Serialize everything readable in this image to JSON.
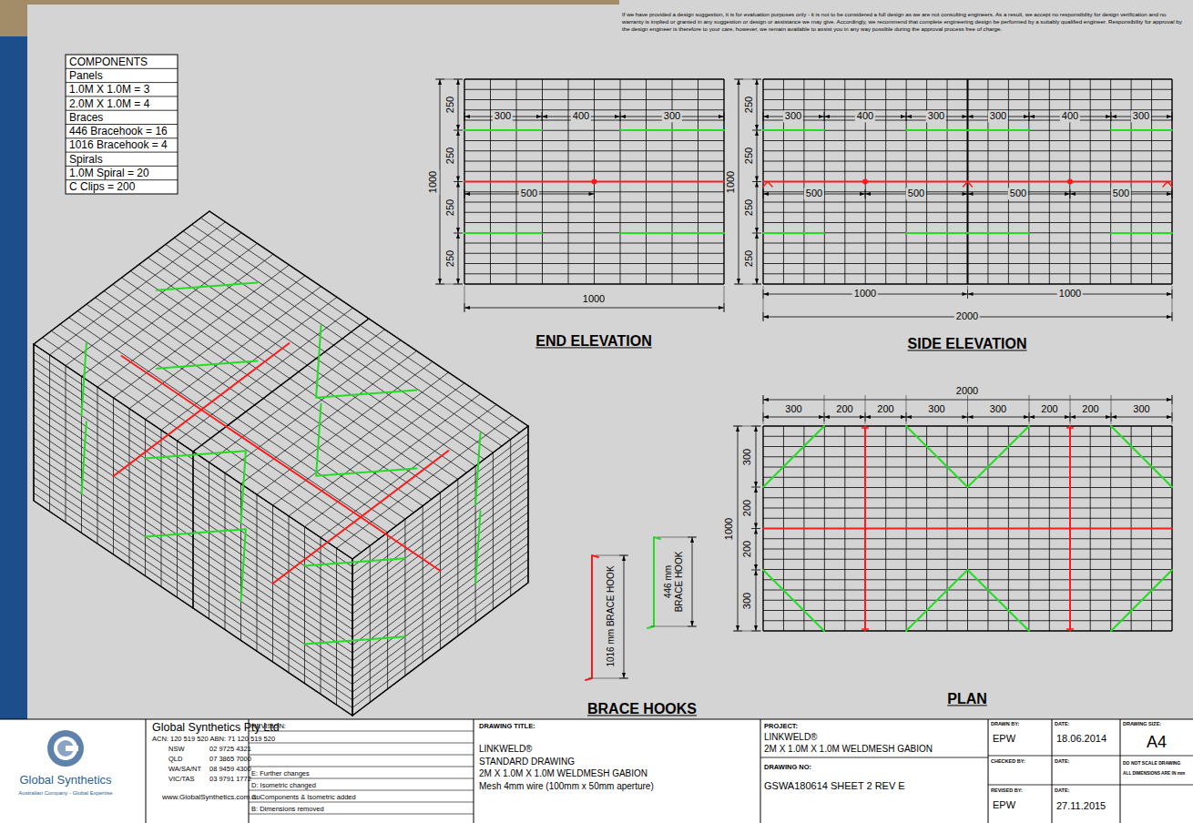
{
  "diagram": {
    "labels": [
      "If we have provided a design suggestion, it is for evaluation purposes only - it is not to be considered a full design as we are not consulting engineers. As a result, we accept no responsibility for design verification and no warranty is implied or granted in any suggestion or design or assistance we may give. Accordingly, we recommend that complete engineering design be performed by a suitably qualified engineer. Responsibility for approval by the design engineer is therefore to your care, however, we remain available to assist you in any way possible during the approval process free of charge.",
      "COMPONENTS",
      "Panels",
      "1.0M X 1.0M = 3",
      "2.0M X 1.0M = 4",
      "Braces",
      "446 Bracehook = 16",
      "1016 Bracehook = 4",
      "Spirals",
      "1.0M Spiral = 20",
      "C Clips = 200",
      "250",
      "250",
      "250",
      "250",
      "1000",
      "300",
      "400",
      "300",
      "500",
      "1000",
      "END ELEVATION",
      "250",
      "250",
      "250",
      "250",
      "1000",
      "300",
      "400",
      "300",
      "300",
      "400",
      "300",
      "500",
      "500",
      "500",
      "500",
      "1000",
      "1000",
      "2000",
      "SIDE ELEVATION",
      "2000",
      "300",
      "200",
      "200",
      "300",
      "300",
      "200",
      "200",
      "300",
      "300",
      "200",
      "200",
      "300",
      "1000",
      "PLAN",
      "1016 mm BRACE HOOK",
      "446 mm BRACE HOOK",
      "BRACE HOOKS",
      "Global Synthetics",
      "Australian Company - Global Expertise",
      "Global Synthetics Pty Ltd",
      "ACN: 120 519 520 ABN: 71 120 519 520",
      "NSW",
      "02 9725 4321",
      "QLD",
      "07 3865 7000",
      "WA/SA/NT",
      "08 9459 4300",
      "VIC/TAS",
      "03 9791 1772",
      "www.GlobalSynthetics.com.au",
      "REVISION:",
      "E: Further changes",
      "D: Isometric changed",
      "C: Components & Isometric added",
      "B: Dimensions removed",
      "DRAWING TITLE:",
      "LINKWELD®",
      "STANDARD DRAWING",
      "2M X 1.0M X 1.0M WELDMESH GABION",
      "Mesh 4mm wire (100mm x 50mm aperture)",
      "PROJECT:",
      "LINKWELD®",
      "2M X 1.0M X 1.0M WELDMESH GABION",
      "DRAWING NO:",
      "GSWA180614 SHEET 2 REV E",
      "DRAWN BY:",
      "EPW",
      "DATE:",
      "18.06.2014",
      "DRAWING SIZE:",
      "A4",
      "CHECKED BY:",
      "DATE:",
      "DO NOT SCALE DRAWING",
      "REVISED BY:",
      "EPW",
      "DATE:",
      "27.11.2015",
      "ALL DIMENSIONS ARE IN mm"
    ]
  }
}
